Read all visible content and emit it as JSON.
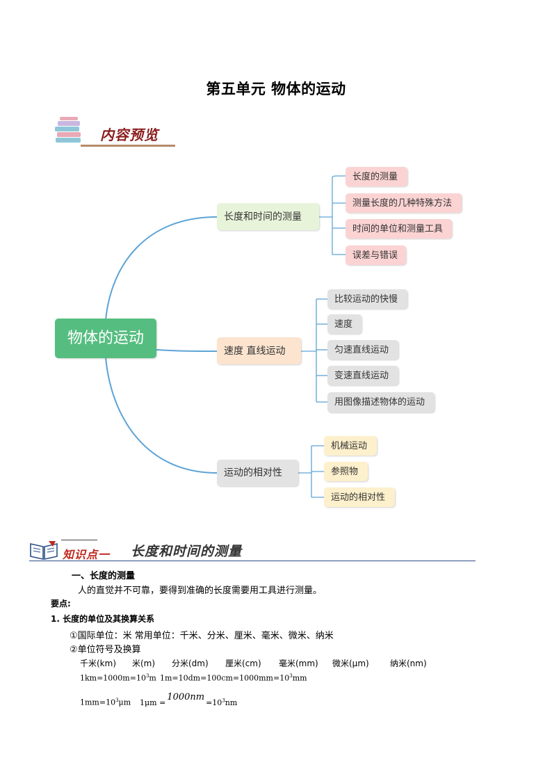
{
  "title": "第五单元  物体的运动",
  "banner1": {
    "label": "内容预览"
  },
  "mindmap": {
    "root": "物体的运动",
    "branches": [
      {
        "label": "长度和时间的测量",
        "children": [
          "长度的测量",
          "测量长度的几种特殊方法",
          "时间的单位和测量工具",
          "误差与错误"
        ]
      },
      {
        "label": "速度  直线运动",
        "children": [
          "比较运动的快慢",
          "速度",
          "匀速直线运动",
          "变速直线运动",
          "用图像描述物体的运动"
        ]
      },
      {
        "label": "运动的相对性",
        "children": [
          "机械运动",
          "参照物",
          "运动的相对性"
        ]
      }
    ]
  },
  "banner2": {
    "knowledge_point": "知识点一",
    "topic": "长度和时间的测量"
  },
  "content": {
    "heading": "一、长度的测量",
    "intro": "人的直觉并不可靠，要得到准确的长度需要用工具进行测量。",
    "key_points_label": "要点:",
    "point1": "1.  长度的单位及其换算关系",
    "si_unit": "①国际单位：米 常用单位：千米、分米、厘米、毫米、微米、纳米",
    "symbols_label": "②单位符号及换算",
    "units": [
      "千米(km)",
      "米(m)",
      "分米(dm)",
      "厘米(cm)",
      "毫米(mm)",
      "微米(μm)",
      "纳米(nm)"
    ],
    "conv1a": "1km=1000m=10",
    "conv1a_exp": "3",
    "conv1a_unit": "m",
    "conv1b": "1m=10dm=100cm=1000mm=10",
    "conv1b_exp": "3",
    "conv1b_unit": "mm",
    "conv2a": "1mm=10",
    "conv2a_exp": "3",
    "conv2a_unit": "μm",
    "conv2b_pre": "1μm =",
    "conv2b_frac": "1000nm",
    "conv2b_post": "=10",
    "conv2b_exp": "3",
    "conv2b_unit": "nm"
  },
  "colors": {
    "root": "#56bd80",
    "connector": "#5ca3d6",
    "pink_node": "#fbd3d3",
    "gray_node": "#e2e2e2",
    "cream_node": "#fdf0cc",
    "banner_red": "#c0281f",
    "rule": "#2a4f86"
  }
}
